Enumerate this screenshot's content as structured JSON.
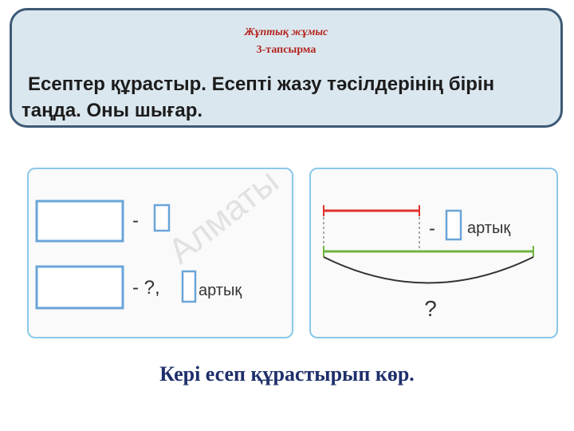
{
  "header": {
    "task_kind": "Жұптық жұмыс",
    "task_number": "3-тапсырма",
    "instruction": "Есептер құрастыр. Есепті жазу тәсілдерінің бірін таңда. Оны шығар."
  },
  "scheme_left": {
    "row1_symbol": "-",
    "row2_symbol": "- ?,",
    "row2_word": "артық"
  },
  "scheme_right": {
    "minus": "-",
    "word": "артық",
    "question": "?"
  },
  "watermark": "Алматы",
  "footer": {
    "text": "Кері есеп құрастырып көр."
  },
  "colors": {
    "red_segment": "#e0312f",
    "green_segment": "#6fb43f",
    "box_border": "#6aa5d8"
  }
}
